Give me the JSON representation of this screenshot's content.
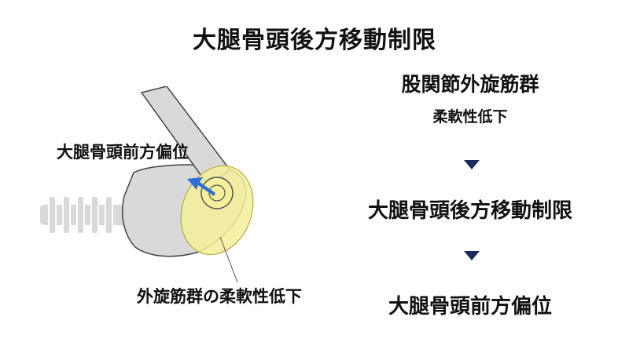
{
  "title": "大腿骨頭後方移動制限",
  "illustration": {
    "label_anterior_shift": "大腿骨頭前方偏位",
    "label_flexibility": "外旋筋群の柔軟性低下"
  },
  "flow": {
    "step1_main": "股関節外旋筋群",
    "step1_sub": "柔軟性低下",
    "step2": "大腿骨頭後方移動制限",
    "step3": "大腿骨頭前方偏位"
  },
  "colors": {
    "arrow": "#1a2b5c",
    "bone": "#d9d9d9",
    "highlight": "#f3ef9a",
    "blue_arrow": "#2f6fd6"
  }
}
